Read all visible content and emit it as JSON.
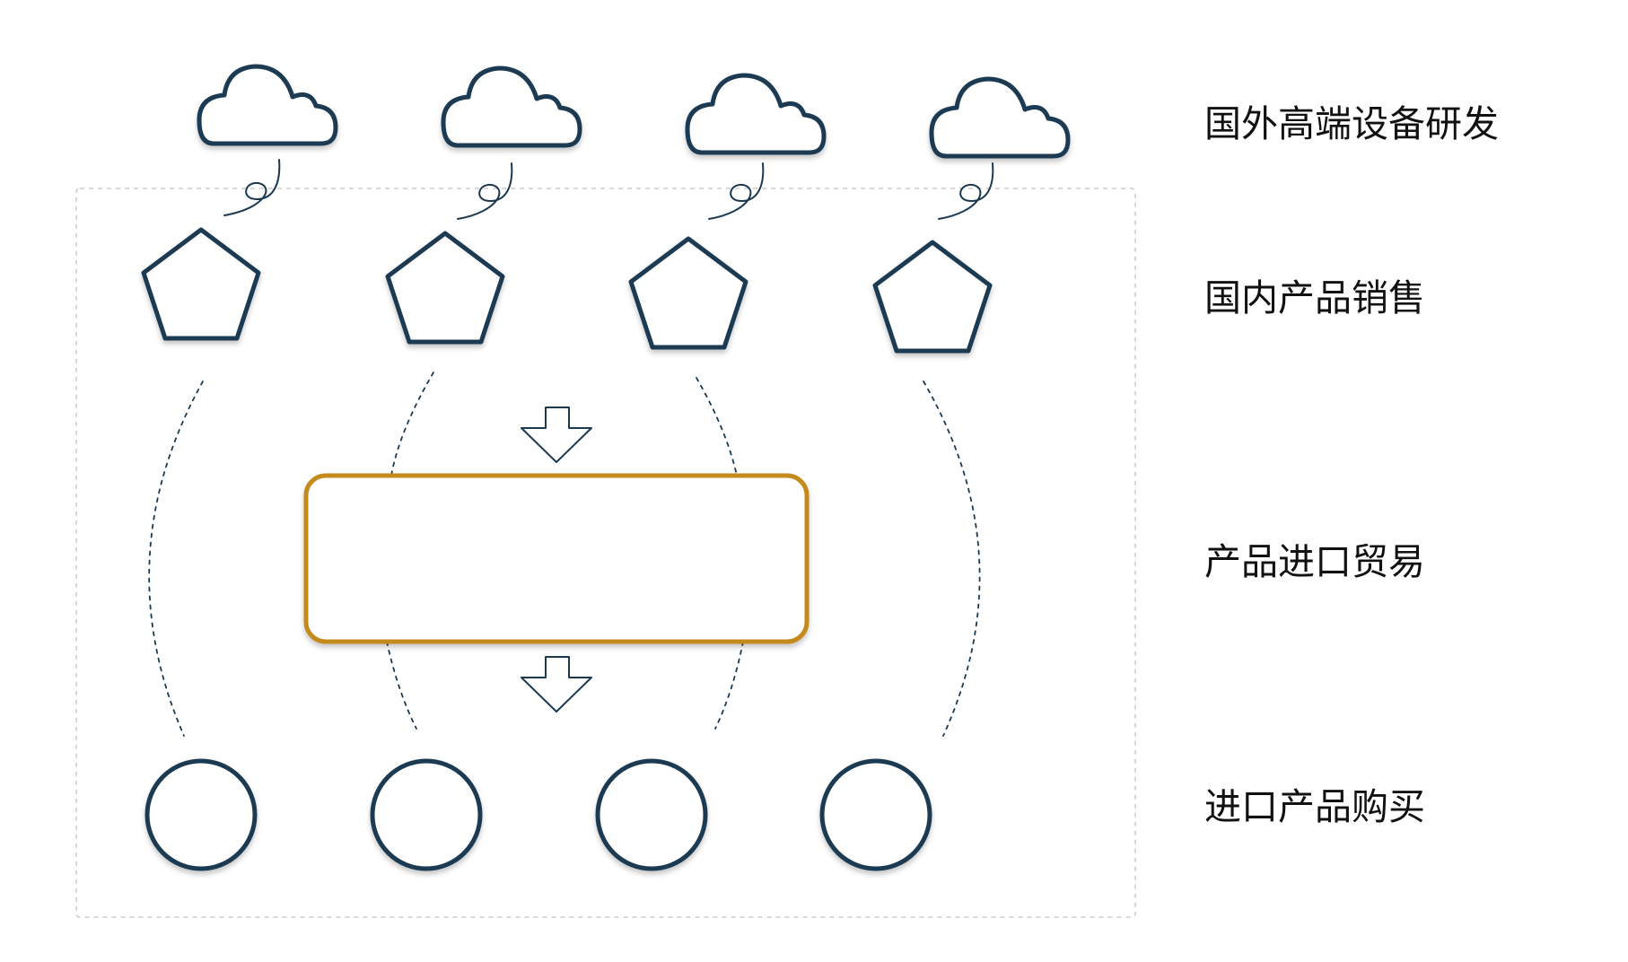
{
  "labels": {
    "rnd": "国外高端设备研发",
    "sales": "国内产品销售",
    "trade": "产品进口贸易",
    "purchase": "进口产品购买"
  },
  "colors": {
    "node_stroke": "#1b3a52",
    "trade_box_stroke": "#c48b1f",
    "frame_stroke": "#c9cdd2",
    "text": "#111111"
  },
  "nodes": {
    "clouds": 4,
    "pentagons": 4,
    "circles": 4
  },
  "icons": [
    "cloud-icon",
    "pentagon-icon",
    "circle-icon",
    "arrow-down-icon"
  ]
}
